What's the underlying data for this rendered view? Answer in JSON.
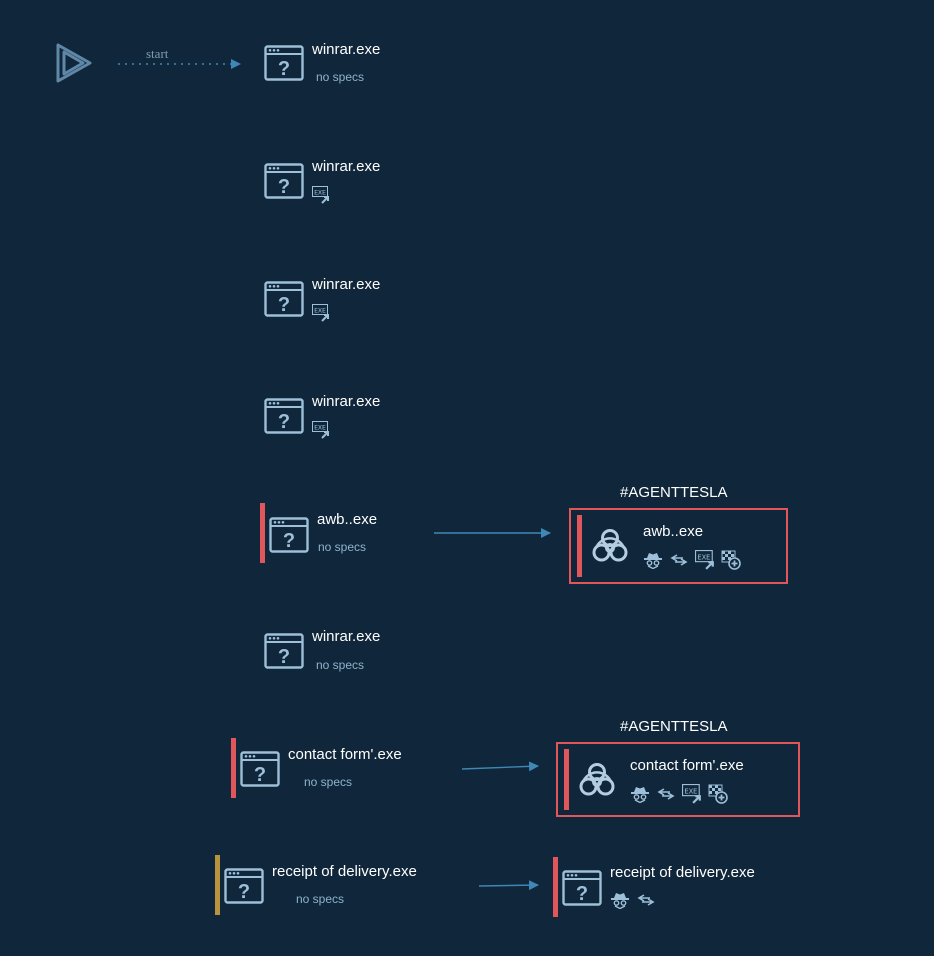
{
  "colors": {
    "background": "#10263a",
    "icon": "#9dbfd8",
    "malicious": "#e0565b",
    "suspicious": "#b8933e",
    "edge": "#3f87b5",
    "text": "#ffffff",
    "subtext": "#8fb3cc"
  },
  "start": {
    "label": "start",
    "icon": "play-icon"
  },
  "nodes": [
    {
      "title": "winrar.exe",
      "subtitle": "no specs",
      "badges": [],
      "icon": "window-question-icon"
    },
    {
      "title": "winrar.exe",
      "subtitle": "",
      "badges": [
        "exe-drop-icon"
      ],
      "icon": "window-question-icon"
    },
    {
      "title": "winrar.exe",
      "subtitle": "",
      "badges": [
        "exe-drop-icon"
      ],
      "icon": "window-question-icon"
    },
    {
      "title": "winrar.exe",
      "subtitle": "",
      "badges": [
        "exe-drop-icon"
      ],
      "icon": "window-question-icon"
    },
    {
      "title": "awb..exe",
      "subtitle": "no specs",
      "badges": [],
      "icon": "window-question-icon",
      "status": "malicious"
    },
    {
      "title": "winrar.exe",
      "subtitle": "no specs",
      "badges": [],
      "icon": "window-question-icon"
    },
    {
      "title": "contact form'.exe",
      "subtitle": "no specs",
      "badges": [],
      "icon": "window-question-icon",
      "status": "malicious"
    },
    {
      "title": "receipt of delivery.exe",
      "subtitle": "no specs",
      "badges": [],
      "icon": "window-question-icon",
      "status": "suspicious"
    }
  ],
  "children": [
    {
      "tag": "#AGENTTESLA",
      "title": "awb..exe",
      "icon": "biohazard-icon",
      "status": "malicious",
      "badges": [
        "spy-icon",
        "network-arrows-icon",
        "exe-drop-icon",
        "flag-add-icon"
      ]
    },
    {
      "tag": "#AGENTTESLA",
      "title": "contact form'.exe",
      "icon": "biohazard-icon",
      "status": "malicious",
      "badges": [
        "spy-icon",
        "network-arrows-icon",
        "exe-drop-icon",
        "flag-add-icon"
      ]
    },
    {
      "tag": "",
      "title": "receipt of delivery.exe",
      "icon": "window-question-icon",
      "status": "malicious",
      "badges": [
        "spy-icon",
        "network-arrows-icon"
      ]
    }
  ]
}
